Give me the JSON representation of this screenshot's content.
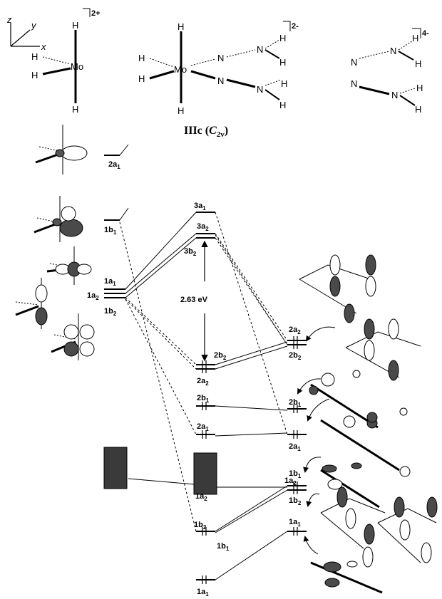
{
  "fragments": {
    "left": {
      "charge": "2+",
      "atoms": {
        "metal": "Mo",
        "h": "H"
      }
    },
    "center": {
      "charge": "2-",
      "atoms": {
        "metal": "Mo",
        "n": "N",
        "h": "H"
      }
    },
    "right": {
      "charge": "4-",
      "atoms": {
        "n": "N",
        "h": "H"
      }
    }
  },
  "axes": {
    "x": "x",
    "y": "y",
    "z": "z"
  },
  "compound": {
    "name": "IIIc",
    "symmetry": "C",
    "subscript": "2v"
  },
  "gap_label": "2.63 eV",
  "levels": {
    "left": [
      {
        "n": "2",
        "sym": "a",
        "sub": "1"
      },
      {
        "n": "1",
        "sym": "b",
        "sub": "1"
      },
      {
        "n": "1",
        "sym": "a",
        "sub": "1"
      },
      {
        "n": "1",
        "sym": "a",
        "sub": "2"
      },
      {
        "n": "1",
        "sym": "b",
        "sub": "2"
      }
    ],
    "center": [
      {
        "n": "3",
        "sym": "a",
        "sub": "1"
      },
      {
        "n": "3",
        "sym": "a",
        "sub": "2"
      },
      {
        "n": "3",
        "sym": "b",
        "sub": "2"
      },
      {
        "n": "2",
        "sym": "b",
        "sub": "2"
      },
      {
        "n": "2",
        "sym": "a",
        "sub": "2"
      },
      {
        "n": "2",
        "sym": "b",
        "sub": "1"
      },
      {
        "n": "2",
        "sym": "a",
        "sub": "1"
      },
      {
        "n": "1",
        "sym": "a",
        "sub": "2"
      },
      {
        "n": "1",
        "sym": "b",
        "sub": "2"
      },
      {
        "n": "1",
        "sym": "b",
        "sub": "1"
      },
      {
        "n": "1",
        "sym": "a",
        "sub": "1"
      }
    ],
    "right": [
      {
        "n": "2",
        "sym": "a",
        "sub": "2"
      },
      {
        "n": "2",
        "sym": "b",
        "sub": "2"
      },
      {
        "n": "2",
        "sym": "b",
        "sub": "1"
      },
      {
        "n": "2",
        "sym": "a",
        "sub": "1"
      },
      {
        "n": "1",
        "sym": "b",
        "sub": "1"
      },
      {
        "n": "1",
        "sym": "a",
        "sub": "2"
      },
      {
        "n": "1",
        "sym": "b",
        "sub": "2"
      },
      {
        "n": "1",
        "sym": "a",
        "sub": "1"
      }
    ]
  }
}
